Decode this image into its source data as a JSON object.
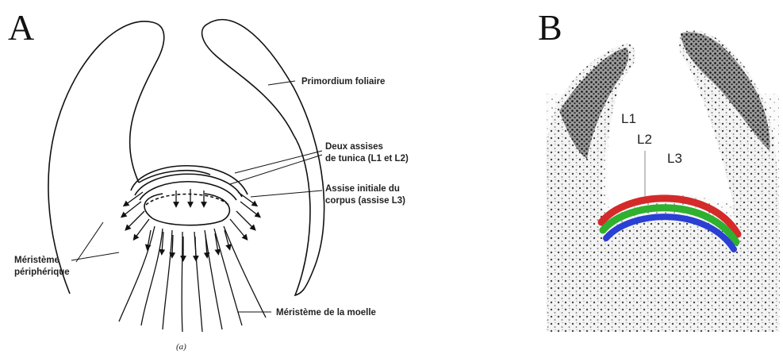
{
  "panel_a": {
    "letter": "A",
    "labels": {
      "primordium": "Primordium foliaire",
      "tunica_line1": "Deux assises",
      "tunica_line2": "de tunica (L1 et L2)",
      "corpus_line1": "Assise initiale du",
      "corpus_line2": "corpus (assise L3)",
      "peripheral_line1": "Méristème",
      "peripheral_line2": "périphérique",
      "pith": "Méristème de la moelle",
      "sublabel": "(a)"
    }
  },
  "panel_b": {
    "letter": "B",
    "layers": [
      "L1",
      "L2",
      "L3"
    ],
    "layer_colors": {
      "L1": "#d42a2a",
      "L2": "#2fb02f",
      "L3": "#2a3fd4"
    }
  }
}
